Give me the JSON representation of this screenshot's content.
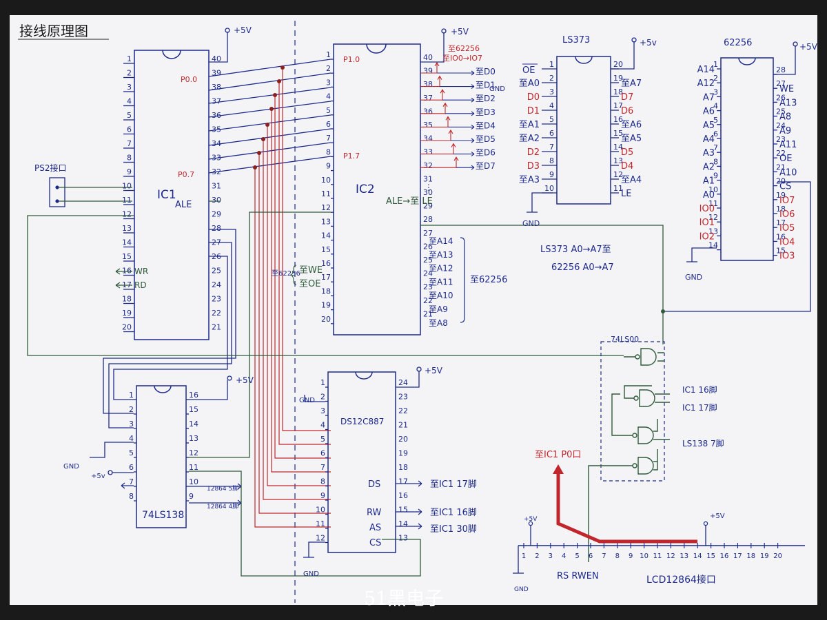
{
  "title": "接线原理图",
  "watermark": "51黑电子",
  "power": {
    "vcc": "+5V",
    "vcc_lower": "+5v",
    "gnd": "GND"
  },
  "ic1": {
    "label": "IC1",
    "left_pins": [
      "1",
      "2",
      "3",
      "4",
      "5",
      "6",
      "7",
      "8",
      "9",
      "10",
      "11",
      "12",
      "13",
      "14",
      "15",
      "16",
      "17",
      "18",
      "19",
      "20"
    ],
    "right_pins": [
      "40",
      "39",
      "38",
      "37",
      "36",
      "35",
      "34",
      "33",
      "32",
      "31",
      "30",
      "29",
      "28",
      "27",
      "26",
      "25",
      "24",
      "23",
      "22",
      "21"
    ],
    "p00": "P0.0",
    "p07": "P0.7",
    "ale": "ALE",
    "wr": "WR",
    "rd": "RD"
  },
  "ps2": {
    "label": "PS2接口"
  },
  "ic2": {
    "label": "IC2",
    "left_pins": [
      "1",
      "2",
      "3",
      "4",
      "5",
      "6",
      "7",
      "8",
      "9",
      "10",
      "11",
      "12",
      "13",
      "14",
      "15",
      "16",
      "17",
      "18",
      "19",
      "20"
    ],
    "right_pins": [
      "40",
      "39",
      "38",
      "37",
      "36",
      "35",
      "34",
      "33",
      "32",
      "31",
      "30",
      "29",
      "28",
      "27",
      "26",
      "25",
      "24",
      "23",
      "22",
      "21"
    ],
    "p10": "P1.0",
    "p17": "P1.7",
    "ale_to_le": "ALE→至 LE",
    "to_62256_top": "至62256",
    "io_range": "至IO0→IO7",
    "data_pins": [
      "至D0",
      "至D1",
      "至D2",
      "至D3",
      "至D4",
      "至D5",
      "至D6",
      "至D7"
    ],
    "addr_pins": [
      "至A14",
      "至A13",
      "至A12",
      "至A11",
      "至A10",
      "至A9",
      "至A8"
    ],
    "to_62256": "至62256",
    "we_oe_to": "至62256",
    "we": "至WE",
    "oe": "至OE",
    "dots": "⋮"
  },
  "ls373": {
    "label": "LS373",
    "oe": "OE",
    "left_pins": [
      "1",
      "2",
      "3",
      "4",
      "5",
      "6",
      "7",
      "8",
      "9",
      "10"
    ],
    "right_pins": [
      "20",
      "19",
      "18",
      "17",
      "16",
      "15",
      "14",
      "13",
      "12",
      "11"
    ],
    "left_labels": [
      "",
      "至A0",
      "D0",
      "D1",
      "至A1",
      "至A2",
      "D2",
      "D3",
      "至A3",
      ""
    ],
    "right_labels": [
      "",
      "至A7",
      "D7",
      "D6",
      "至A6",
      "至A5",
      "D5",
      "D4",
      "至A4",
      "LE"
    ],
    "gnd": "GND",
    "note1": "LS373 A0→A7至",
    "note2": "62256 A0→A7"
  },
  "ram": {
    "label": "62256",
    "left_pins": [
      "1",
      "2",
      "3",
      "4",
      "5",
      "6",
      "7",
      "8",
      "9",
      "10",
      "11",
      "12",
      "13",
      "14"
    ],
    "right_pins": [
      "28",
      "27",
      "26",
      "25",
      "24",
      "23",
      "22",
      "21",
      "20",
      "19",
      "18",
      "17",
      "16",
      "15"
    ],
    "left_labels": [
      "A14",
      "A12",
      "A7",
      "A6",
      "A5",
      "A4",
      "A3",
      "A2",
      "A1",
      "A0",
      "IO0",
      "IO1",
      "IO2",
      ""
    ],
    "right_labels": [
      "",
      "WE",
      "A13",
      "A8",
      "A9",
      "A11",
      "OE",
      "A10",
      "CS",
      "IO7",
      "IO6",
      "IO5",
      "IO4",
      "IO3"
    ],
    "gnd": "GND"
  },
  "ls138": {
    "label": "74LS138",
    "left_pins": [
      "1",
      "2",
      "3",
      "4",
      "5",
      "6",
      "7",
      "8"
    ],
    "right_pins": [
      "16",
      "15",
      "14",
      "13",
      "12",
      "11",
      "10",
      "9"
    ],
    "out1": "12864 5脚",
    "out2": "12864 4脚",
    "gnd": "GND",
    "vcc": "+5v"
  },
  "ds": {
    "label": "DS12C887",
    "left_pins": [
      "1",
      "2",
      "3",
      "4",
      "5",
      "6",
      "7",
      "8",
      "9",
      "10",
      "11",
      "12"
    ],
    "right_pins": [
      "24",
      "23",
      "22",
      "21",
      "20",
      "19",
      "18",
      "17",
      "16",
      "15",
      "14",
      "13"
    ],
    "ds": "DS",
    "rw": "RW",
    "as": "AS",
    "cs": "CS",
    "to_17": "至IC1 17脚",
    "to_16": "至IC1 16脚",
    "to_30": "至IC1 30脚",
    "gnd": "GND"
  },
  "ls00": {
    "label": "74LS00",
    "in1": "IC1 16脚",
    "in2": "IC1 17脚",
    "in3": "LS138 7脚"
  },
  "lcd": {
    "label": "LCD12864接口",
    "pins": [
      "1",
      "2",
      "3",
      "4",
      "5",
      "6",
      "7",
      "8",
      "9",
      "10",
      "11",
      "12",
      "13",
      "14",
      "15",
      "16",
      "17",
      "18",
      "19",
      "20"
    ],
    "sig": "RS RWEN",
    "to_p0": "至IC1 P0口",
    "gnd": "GND",
    "vcc": "+5V"
  },
  "colors": {
    "ink": "#1d2a8c",
    "red": "#c0262c",
    "green": "#2e5a3a"
  }
}
